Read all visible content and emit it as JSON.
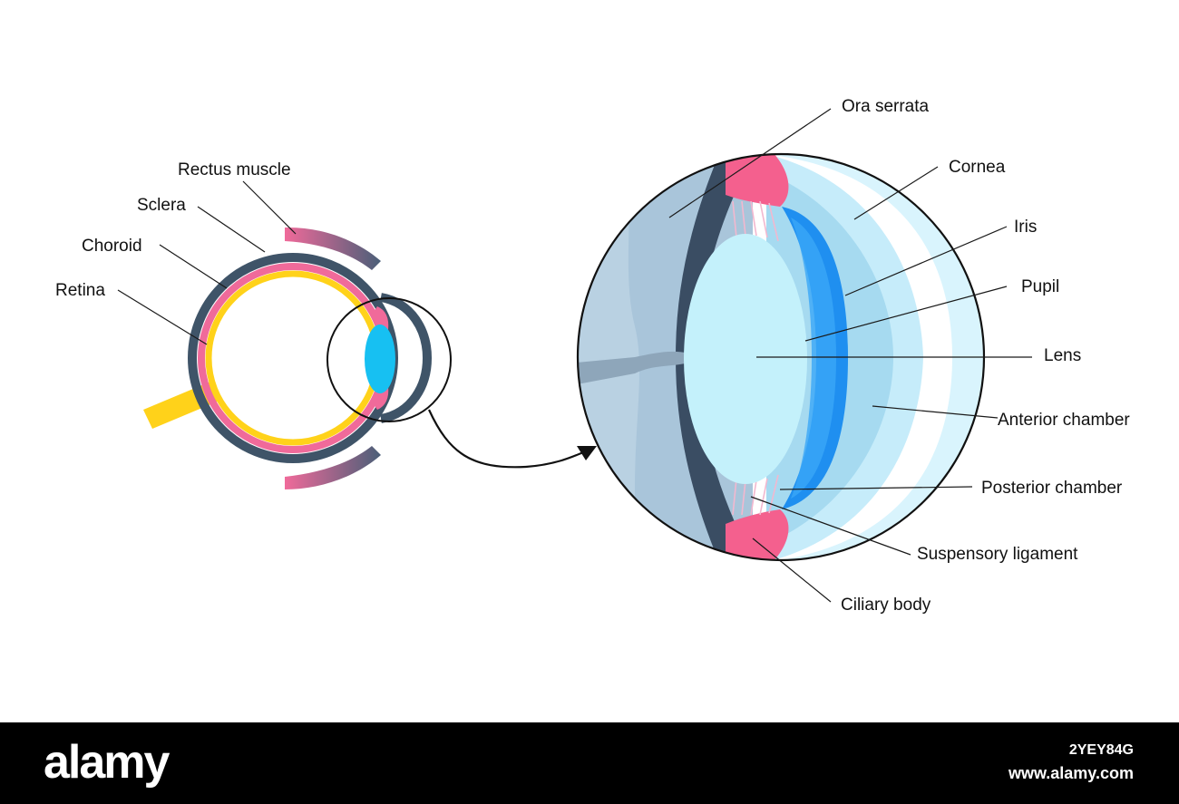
{
  "labels": {
    "rectus_muscle": "Rectus muscle",
    "sclera": "Sclera",
    "choroid": "Choroid",
    "retina": "Retina",
    "ora_serrata": "Ora serrata",
    "cornea": "Cornea",
    "iris": "Iris",
    "pupil": "Pupil",
    "lens": "Lens",
    "anterior_chamber": "Anterior chamber",
    "posterior_chamber": "Posterior chamber",
    "suspensory_ligament": "Suspensory ligament",
    "ciliary_body": "Ciliary body"
  },
  "colors": {
    "sclera": "#3f5468",
    "choroid": "#f06a9a",
    "retina": "#ffd21a",
    "lens": "#c4f1fb",
    "iris": "#1f8ff0",
    "vitreous": "#b6cfe0",
    "cornea": "#d8f4fd",
    "anterior_chamber": "#a8dcf0",
    "ciliary": "#f4608e"
  },
  "footer": {
    "brand": "alamy",
    "image_id": "2YEY84G",
    "site": "www.alamy.com"
  }
}
